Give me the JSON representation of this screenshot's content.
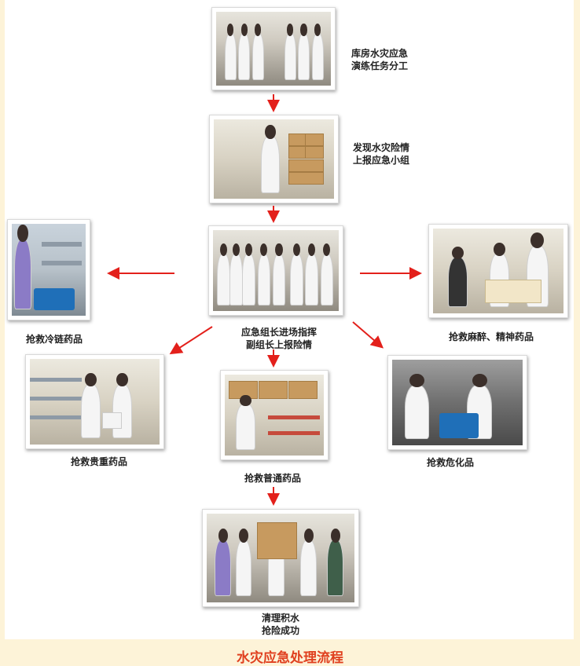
{
  "steps": {
    "drill": {
      "label": "库房水灾应急\n演练任务分工"
    },
    "report": {
      "label": "发现水灾险情\n上报应急小组"
    },
    "command": {
      "label": "应急组长进场指挥\n副组长上报险情"
    },
    "cold_chain": {
      "label": "抢救冷链药品"
    },
    "narcotics": {
      "label": "抢救麻醉、精神药品"
    },
    "precious": {
      "label": "抢救贵重药品"
    },
    "common": {
      "label": "抢救普通药品"
    },
    "hazardous": {
      "label": "抢救危化品"
    },
    "cleanup": {
      "label": "清理积水\n抢险成功"
    }
  },
  "caption": "水灾应急处理流程",
  "colors": {
    "arrow": "#e3201b",
    "caption": "#e0401f",
    "background": "#fdf3d8"
  }
}
